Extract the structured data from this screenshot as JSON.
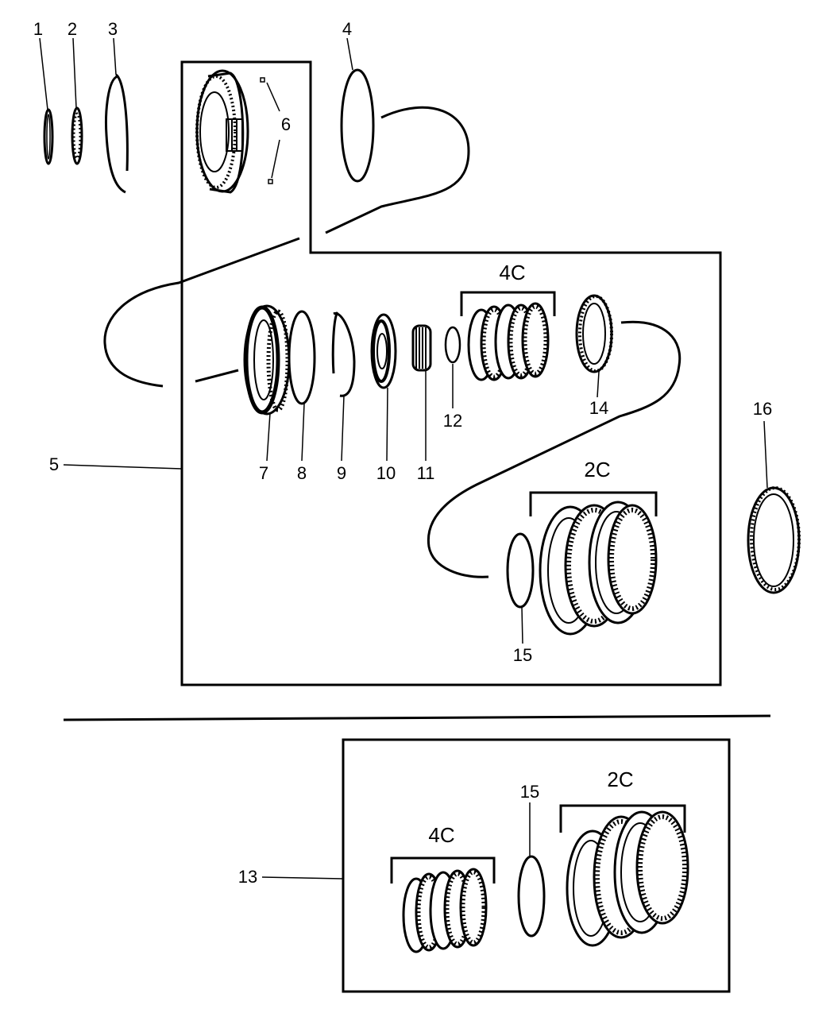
{
  "callouts": {
    "c1": "1",
    "c2": "2",
    "c3": "3",
    "c4": "4",
    "c5": "5",
    "c6": "6",
    "c7": "7",
    "c8": "8",
    "c9": "9",
    "c10": "10",
    "c11": "11",
    "c12": "12",
    "c13": "13",
    "c14": "14",
    "c15": "15",
    "c15b": "15",
    "c16": "16"
  },
  "groups": {
    "g4c_top": "4C",
    "g2c_top": "2C",
    "g4c_bottom": "4C",
    "g2c_bottom": "2C"
  },
  "colors": {
    "line": "#000000",
    "background": "#ffffff"
  }
}
